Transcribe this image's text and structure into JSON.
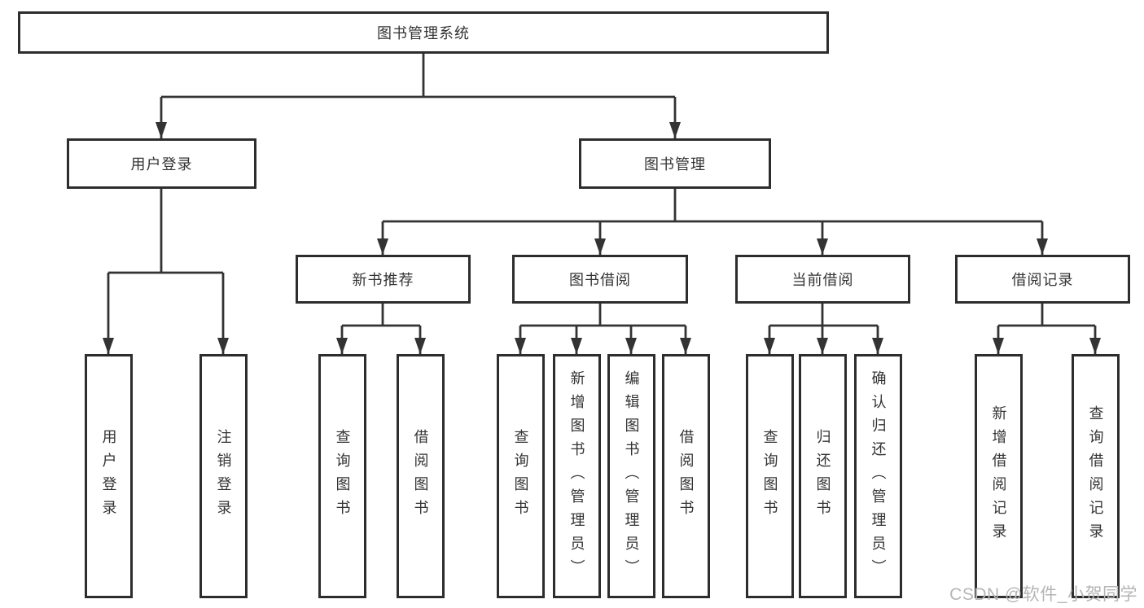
{
  "tree": {
    "root": {
      "label": "图书管理系统"
    },
    "children": [
      {
        "label": "用户登录",
        "children": [
          {
            "label": "用户登录"
          },
          {
            "label": "注销登录"
          }
        ]
      },
      {
        "label": "图书管理",
        "children": [
          {
            "label": "新书推荐",
            "children": [
              {
                "label": "查询图书"
              },
              {
                "label": "借阅图书"
              }
            ]
          },
          {
            "label": "图书借阅",
            "children": [
              {
                "label": "查询图书"
              },
              {
                "label": "新增图书（管理员）"
              },
              {
                "label": "编辑图书（管理员）"
              },
              {
                "label": "借阅图书"
              }
            ]
          },
          {
            "label": "当前借阅",
            "children": [
              {
                "label": "查询图书"
              },
              {
                "label": "归还图书"
              },
              {
                "label": "确认归还（管理员）"
              }
            ]
          },
          {
            "label": "借阅记录",
            "children": [
              {
                "label": "新增借阅记录"
              },
              {
                "label": "查询借阅记录"
              }
            ]
          }
        ]
      }
    ]
  },
  "watermark": {
    "text": "CSDN @软件_小贺同学"
  },
  "colors": {
    "line": "#333333",
    "border": "#2d2d2d",
    "text": "#333333",
    "watermark": "#b5b5b5",
    "bg": "#ffffff"
  }
}
